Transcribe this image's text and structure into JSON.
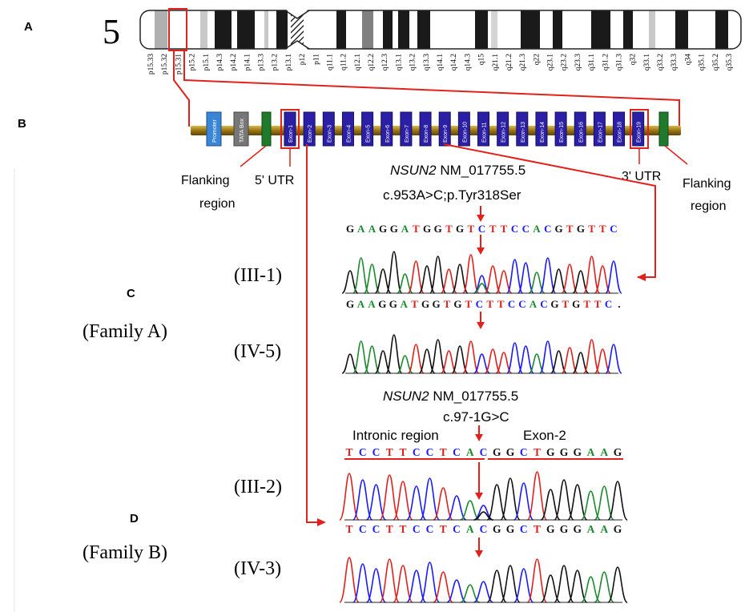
{
  "panels": {
    "a": "A",
    "b": "B",
    "c": "C",
    "d": "D"
  },
  "chromosome": {
    "number": "5",
    "bands": [
      "p15.33",
      "p15.32",
      "p15.31",
      "p15.2",
      "p15.1",
      "p14.3",
      "p14.2",
      "p14.1",
      "p13.3",
      "p13.2",
      "p13.1",
      "p12",
      "p11",
      "q11.1",
      "q11.2",
      "q12.1",
      "q12.2",
      "q12.3",
      "q13.1",
      "q13.2",
      "q13.3",
      "q14.1",
      "q14.2",
      "q14.3",
      "q15",
      "q21.1",
      "q21.2",
      "q21.3",
      "q22",
      "q23.1",
      "q23.2",
      "q23.3",
      "q31.1",
      "q31.2",
      "q31.3",
      "q32",
      "q33.1",
      "q33.2",
      "q33.3",
      "q34",
      "q35.1",
      "q35.2",
      "q35.3"
    ]
  },
  "gene": {
    "promoter": "Promoter",
    "tata": "TATA Box",
    "exons": [
      "Exon-1",
      "Exon-2",
      "Exon-3",
      "Exon-4",
      "Exon-5",
      "Exon-6",
      "Exon-7",
      "Exon-8",
      "Exon-9",
      "Exon-10",
      "Exon-11",
      "Exon-12",
      "Exon-13",
      "Exon-14",
      "Exon-15",
      "Exon-16",
      "Exon-17",
      "Exon-18",
      "Exon-19"
    ],
    "flanking_left_1": "Flanking",
    "flanking_left_2": "region",
    "utr5": "5' UTR",
    "utr3": "3' UTR",
    "flanking_right_1": "Flanking",
    "flanking_right_2": "region"
  },
  "variant_a": {
    "gene": "NSUN2",
    "transcript": " NM_017755.5",
    "change": "c.953A>C;p.Tyr318Ser",
    "seq_top": "GAAGGATGGTGTCTTCCACGTGTTC",
    "seq_bottom": "GAAGGATGGTGTCTTCCACGTGTTC.",
    "sample1": "(III-1)",
    "sample2": "(IV-5)",
    "family": "(Family A)"
  },
  "variant_b": {
    "gene": "NSUN2",
    "transcript": " NM_017755.5",
    "change": "c.97-1G>C",
    "intronic": "Intronic region",
    "exon": "Exon-2",
    "seq_top": "TCCTTCCTCACGGCTGGGAAG",
    "seq_bottom": "TCCTTCCTCACGGCTGGGAAG",
    "sample1": "(III-2)",
    "sample2": "(IV-3)",
    "family": "(Family B)"
  },
  "colors": {
    "A": "#1b8a2e",
    "C": "#1a1aff",
    "G": "#111111",
    "T": "#e0201c",
    "exon": "#2b1fa6",
    "promoter": "#3a86d6",
    "tata": "#777777",
    "utr": "#1f7a2b",
    "line": "#b08a1c",
    "highlight": "#e3211c"
  }
}
